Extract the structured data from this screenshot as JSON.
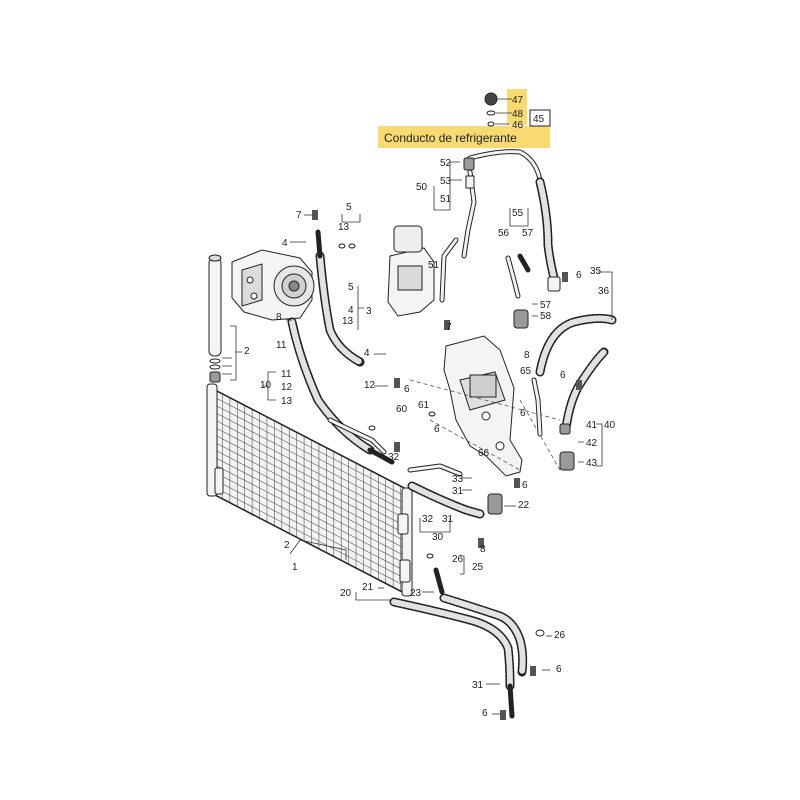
{
  "diagram": {
    "title": "Conducto de refrigerante",
    "highlight_numbers": [
      "47",
      "48",
      "46",
      "45"
    ],
    "callouts": {
      "c1": "1",
      "c2a": "2",
      "c2b": "2",
      "c3": "3",
      "c4a": "4",
      "c4b": "4",
      "c4c": "4",
      "c5a": "5",
      "c5b": "5",
      "c6a": "6",
      "c6b": "6",
      "c6c": "6",
      "c6d": "6",
      "c6e": "6",
      "c6f": "6",
      "c6g": "6",
      "c7a": "7",
      "c7b": "7",
      "c8a": "8",
      "c8b": "8",
      "c10": "10",
      "c11a": "11",
      "c11b": "11",
      "c12a": "12",
      "c12b": "12",
      "c13a": "13",
      "c13b": "13",
      "c13c": "13",
      "c20": "20",
      "c21": "21",
      "c22": "22",
      "c23": "23",
      "c25": "25",
      "c26a": "26",
      "c26b": "26",
      "c30": "30",
      "c31a": "31",
      "c31b": "31",
      "c31c": "31",
      "c32a": "32",
      "c32b": "32",
      "c33": "33",
      "c35": "35",
      "c36": "36",
      "c40": "40",
      "c41": "41",
      "c42": "42",
      "c43": "43",
      "c50": "50",
      "c51a": "51",
      "c51b": "51",
      "c52": "52",
      "c53": "53",
      "c55": "55",
      "c56": "56",
      "c57a": "57",
      "c57b": "57",
      "c58": "58",
      "c60": "60",
      "c61": "61",
      "c65": "65",
      "c66": "66"
    }
  }
}
